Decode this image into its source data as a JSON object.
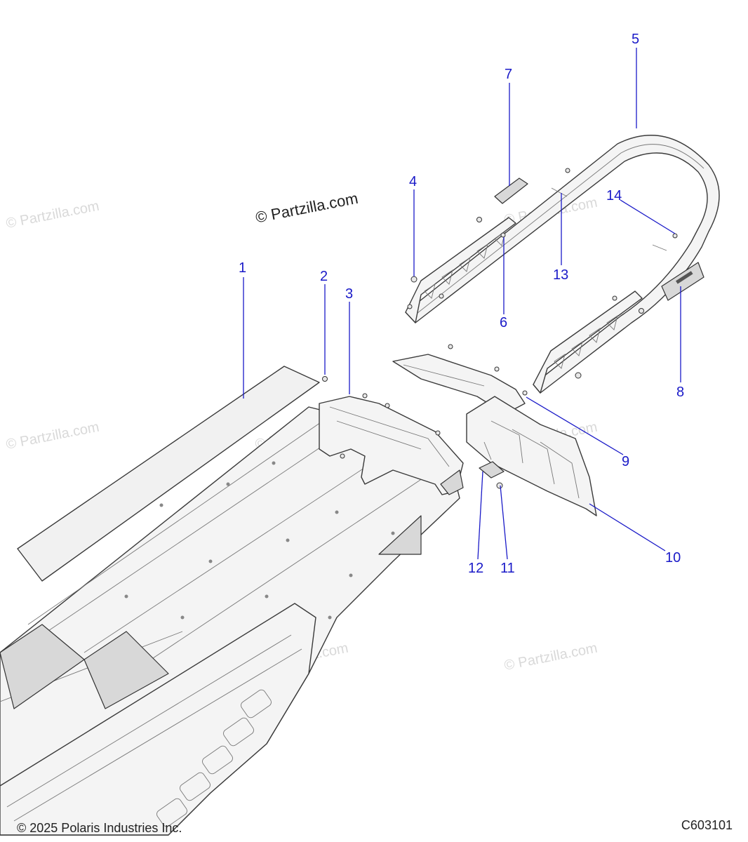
{
  "watermark": {
    "text": "© Partzilla.com"
  },
  "brand_watermark": {
    "text": "© Partzilla.com"
  },
  "callouts": [
    "1",
    "2",
    "3",
    "4",
    "5",
    "6",
    "7",
    "8",
    "9",
    "10",
    "11",
    "12",
    "13",
    "14"
  ],
  "footer": {
    "copyright": "© 2025 Polaris Industries Inc.",
    "diagram_code": "C603101"
  },
  "colors": {
    "callout": "#1a1ac8",
    "line_art": "#3a3a3a",
    "watermark": "#d9d9d9"
  }
}
